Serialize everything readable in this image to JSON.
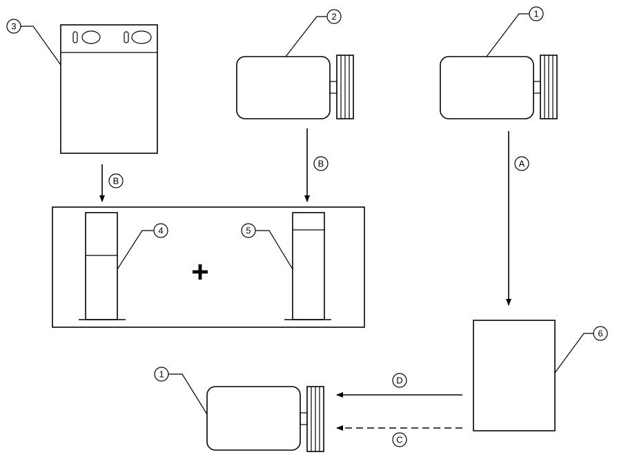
{
  "callouts": {
    "c1_top": "1",
    "c2": "2",
    "c3": "3",
    "c4": "4",
    "c5": "5",
    "c6": "6",
    "c1_bottom": "1"
  },
  "arrow_labels": {
    "a": "A",
    "b_left": "B",
    "b_mid": "B",
    "c": "C",
    "d": "D"
  },
  "operator": "+"
}
